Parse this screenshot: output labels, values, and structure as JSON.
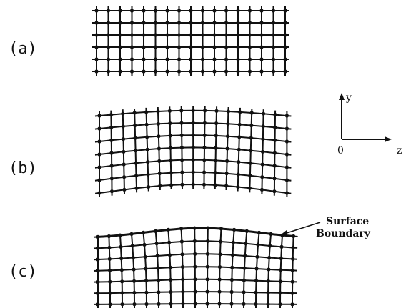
{
  "panels": [
    {
      "label": "(a)",
      "description_key": "undeformed"
    },
    {
      "label": "(b)",
      "description_key": "interior-deformed"
    },
    {
      "label": "(c)",
      "description_key": "surface-deformed"
    }
  ],
  "axes": {
    "y_label": "y",
    "origin_label": "0",
    "z_label": "z"
  },
  "annotation": {
    "line1": "Surface",
    "line2": "Boundary"
  }
}
